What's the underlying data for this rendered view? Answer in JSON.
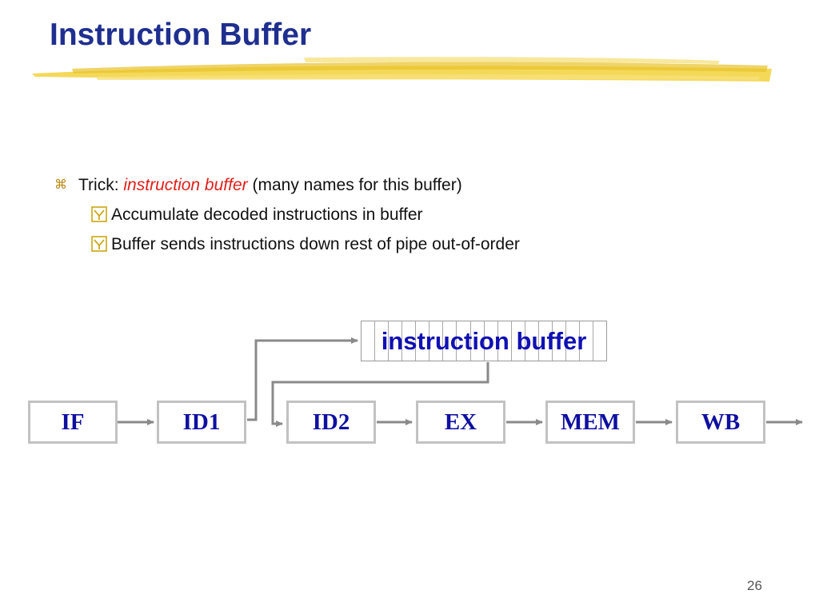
{
  "slide": {
    "title": "Instruction Buffer",
    "page_number": "26"
  },
  "bullets": {
    "main": {
      "prefix": "Trick:",
      "emphasis": "instruction buffer",
      "suffix": "(many names for this buffer)"
    },
    "sub": [
      "Accumulate decoded instructions in buffer",
      "Buffer sends instructions down rest of pipe out-of-order"
    ]
  },
  "diagram": {
    "buffer_label": "instruction buffer",
    "stages": [
      "IF",
      "ID1",
      "ID2",
      "EX",
      "MEM",
      "WB"
    ]
  },
  "colors": {
    "title": "#1f2f8f",
    "emphasis": "#e0201a",
    "stage_text": "#0f0fa0",
    "buffer_text": "#1010b4",
    "highlight": "#f2d23c",
    "arrow": "#8a8a8a",
    "stage_border": "#c2c2c2"
  },
  "icons": {
    "main_bullet": "command-key-icon",
    "sub_bullet": "checkbox-check-icon"
  }
}
